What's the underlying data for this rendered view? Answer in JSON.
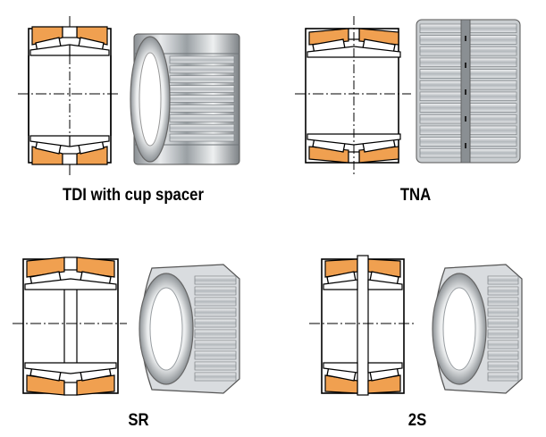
{
  "captions": {
    "tdi": "TDI with cup spacer",
    "tna": "TNA",
    "sr": "SR",
    "s2": "2S"
  },
  "colors": {
    "cup": "#f0a050",
    "line": "#000000",
    "steel_dark": "#6f7478",
    "steel_light": "#e4e6e8"
  },
  "icons": {
    "section": "bearing-cross-section-icon",
    "photo": "bearing-photo-icon"
  }
}
